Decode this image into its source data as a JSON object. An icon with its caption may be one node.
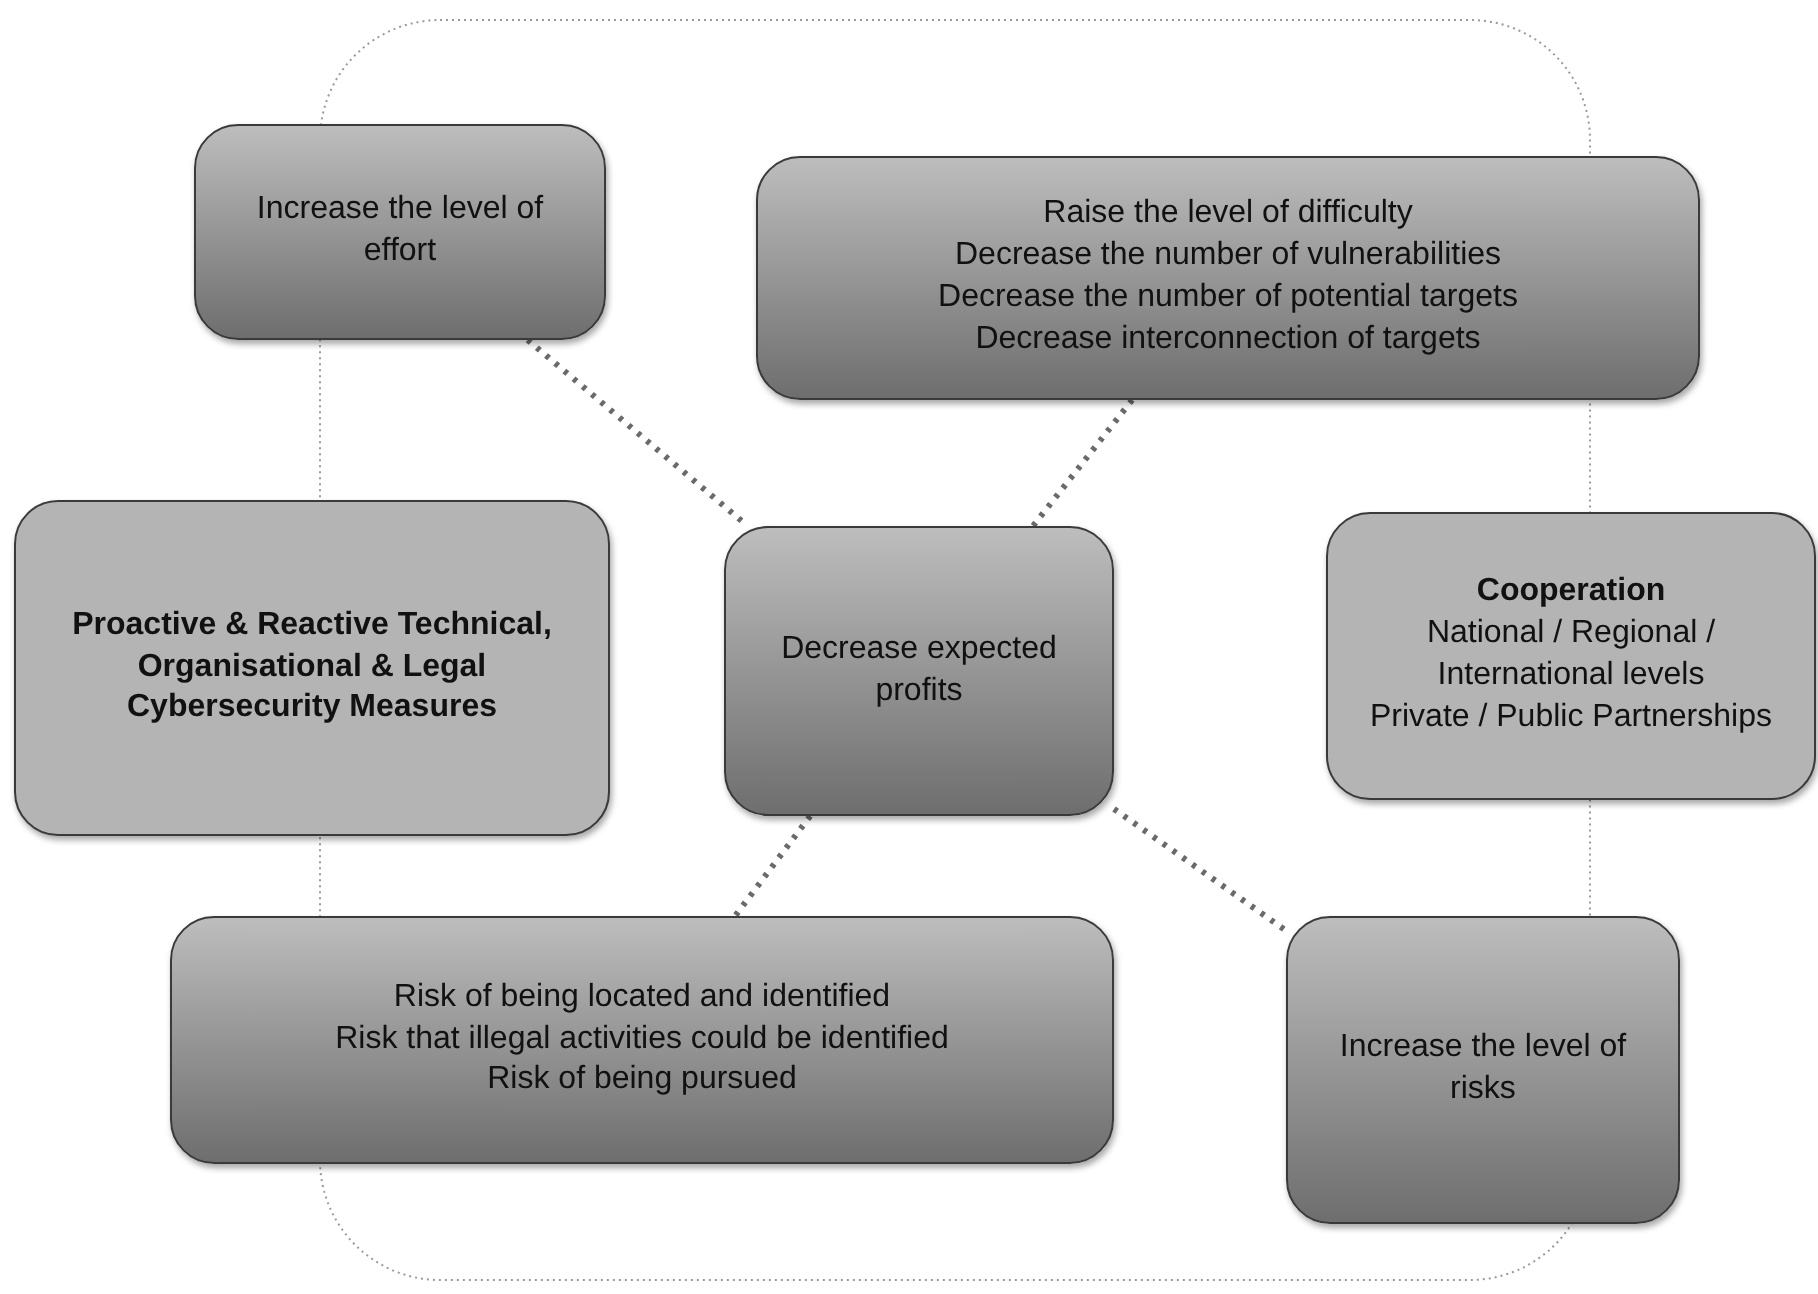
{
  "diagram": {
    "nodes": [
      {
        "text": [
          "Increase the level of effort"
        ]
      },
      {
        "text": [
          "Raise the level of difficulty",
          "Decrease the number of vulnerabilities",
          "Decrease the number of potential targets",
          "Decrease interconnection of targets"
        ]
      },
      {
        "text": [
          "Proactive & Reactive Technical, Organisational & Legal Cybersecurity Measures"
        ]
      },
      {
        "text": [
          "Decrease expected profits"
        ]
      },
      {
        "text": [
          "Cooperation",
          "National / Regional / International levels",
          "Private / Public Partnerships"
        ]
      },
      {
        "text": [
          "Risk of being located and identified",
          "Risk that illegal activities could be identified",
          "Risk of being pursued"
        ]
      },
      {
        "text": [
          "Increase the level of risks"
        ]
      }
    ],
    "edges": [
      {
        "from": 0,
        "to": 3,
        "arrow": "none",
        "style": "dashed"
      },
      {
        "from": 1,
        "to": 3,
        "arrow": "none",
        "style": "dashed"
      },
      {
        "from": 3,
        "to": 5,
        "arrow": "none",
        "style": "dashed"
      },
      {
        "from": 3,
        "to": 6,
        "arrow": "none",
        "style": "dashed"
      }
    ]
  }
}
